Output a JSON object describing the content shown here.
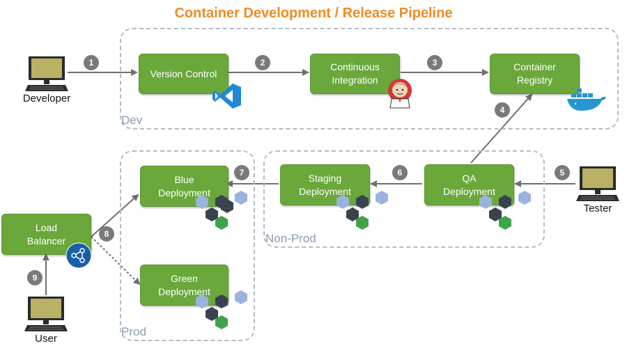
{
  "title": "Container Development / Release Pipeline",
  "zones": {
    "dev": "Dev",
    "non_prod": "Non-Prod",
    "prod": "Prod"
  },
  "nodes": {
    "version_control": "Version Control",
    "continuous_integration": "Continuous\nIntegration",
    "container_registry": "Container\nRegistry",
    "qa_deployment": "QA\nDeployment",
    "staging_deployment": "Staging\nDeployment",
    "blue_deployment": "Blue\nDeployment",
    "green_deployment": "Green\nDeployment",
    "load_balancer": "Load\nBalancer"
  },
  "actors": {
    "developer": "Developer",
    "tester": "Tester",
    "user": "User"
  },
  "steps": [
    "1",
    "2",
    "3",
    "4",
    "5",
    "6",
    "7",
    "8",
    "9"
  ],
  "icons": {
    "version_control": "visual-studio-code-icon",
    "continuous_integration": "jenkins-icon",
    "container_registry": "docker-whale-icon",
    "load_balancer": "load-balancer-network-icon",
    "hex_cluster": "container-hex-cluster-icon",
    "actor": "computer-monitor-icon"
  },
  "colors": {
    "title": "#f08a24",
    "node_fill": "#6aa83c",
    "zone_border": "#b3bcc9",
    "zone_label": "#8e9aaf",
    "step_badge": "#7a7a7a",
    "arrow": "#6f6f6f",
    "hex_light": "#9ab3dc",
    "hex_dark": "#3a4250",
    "hex_green": "#3ea34a"
  }
}
